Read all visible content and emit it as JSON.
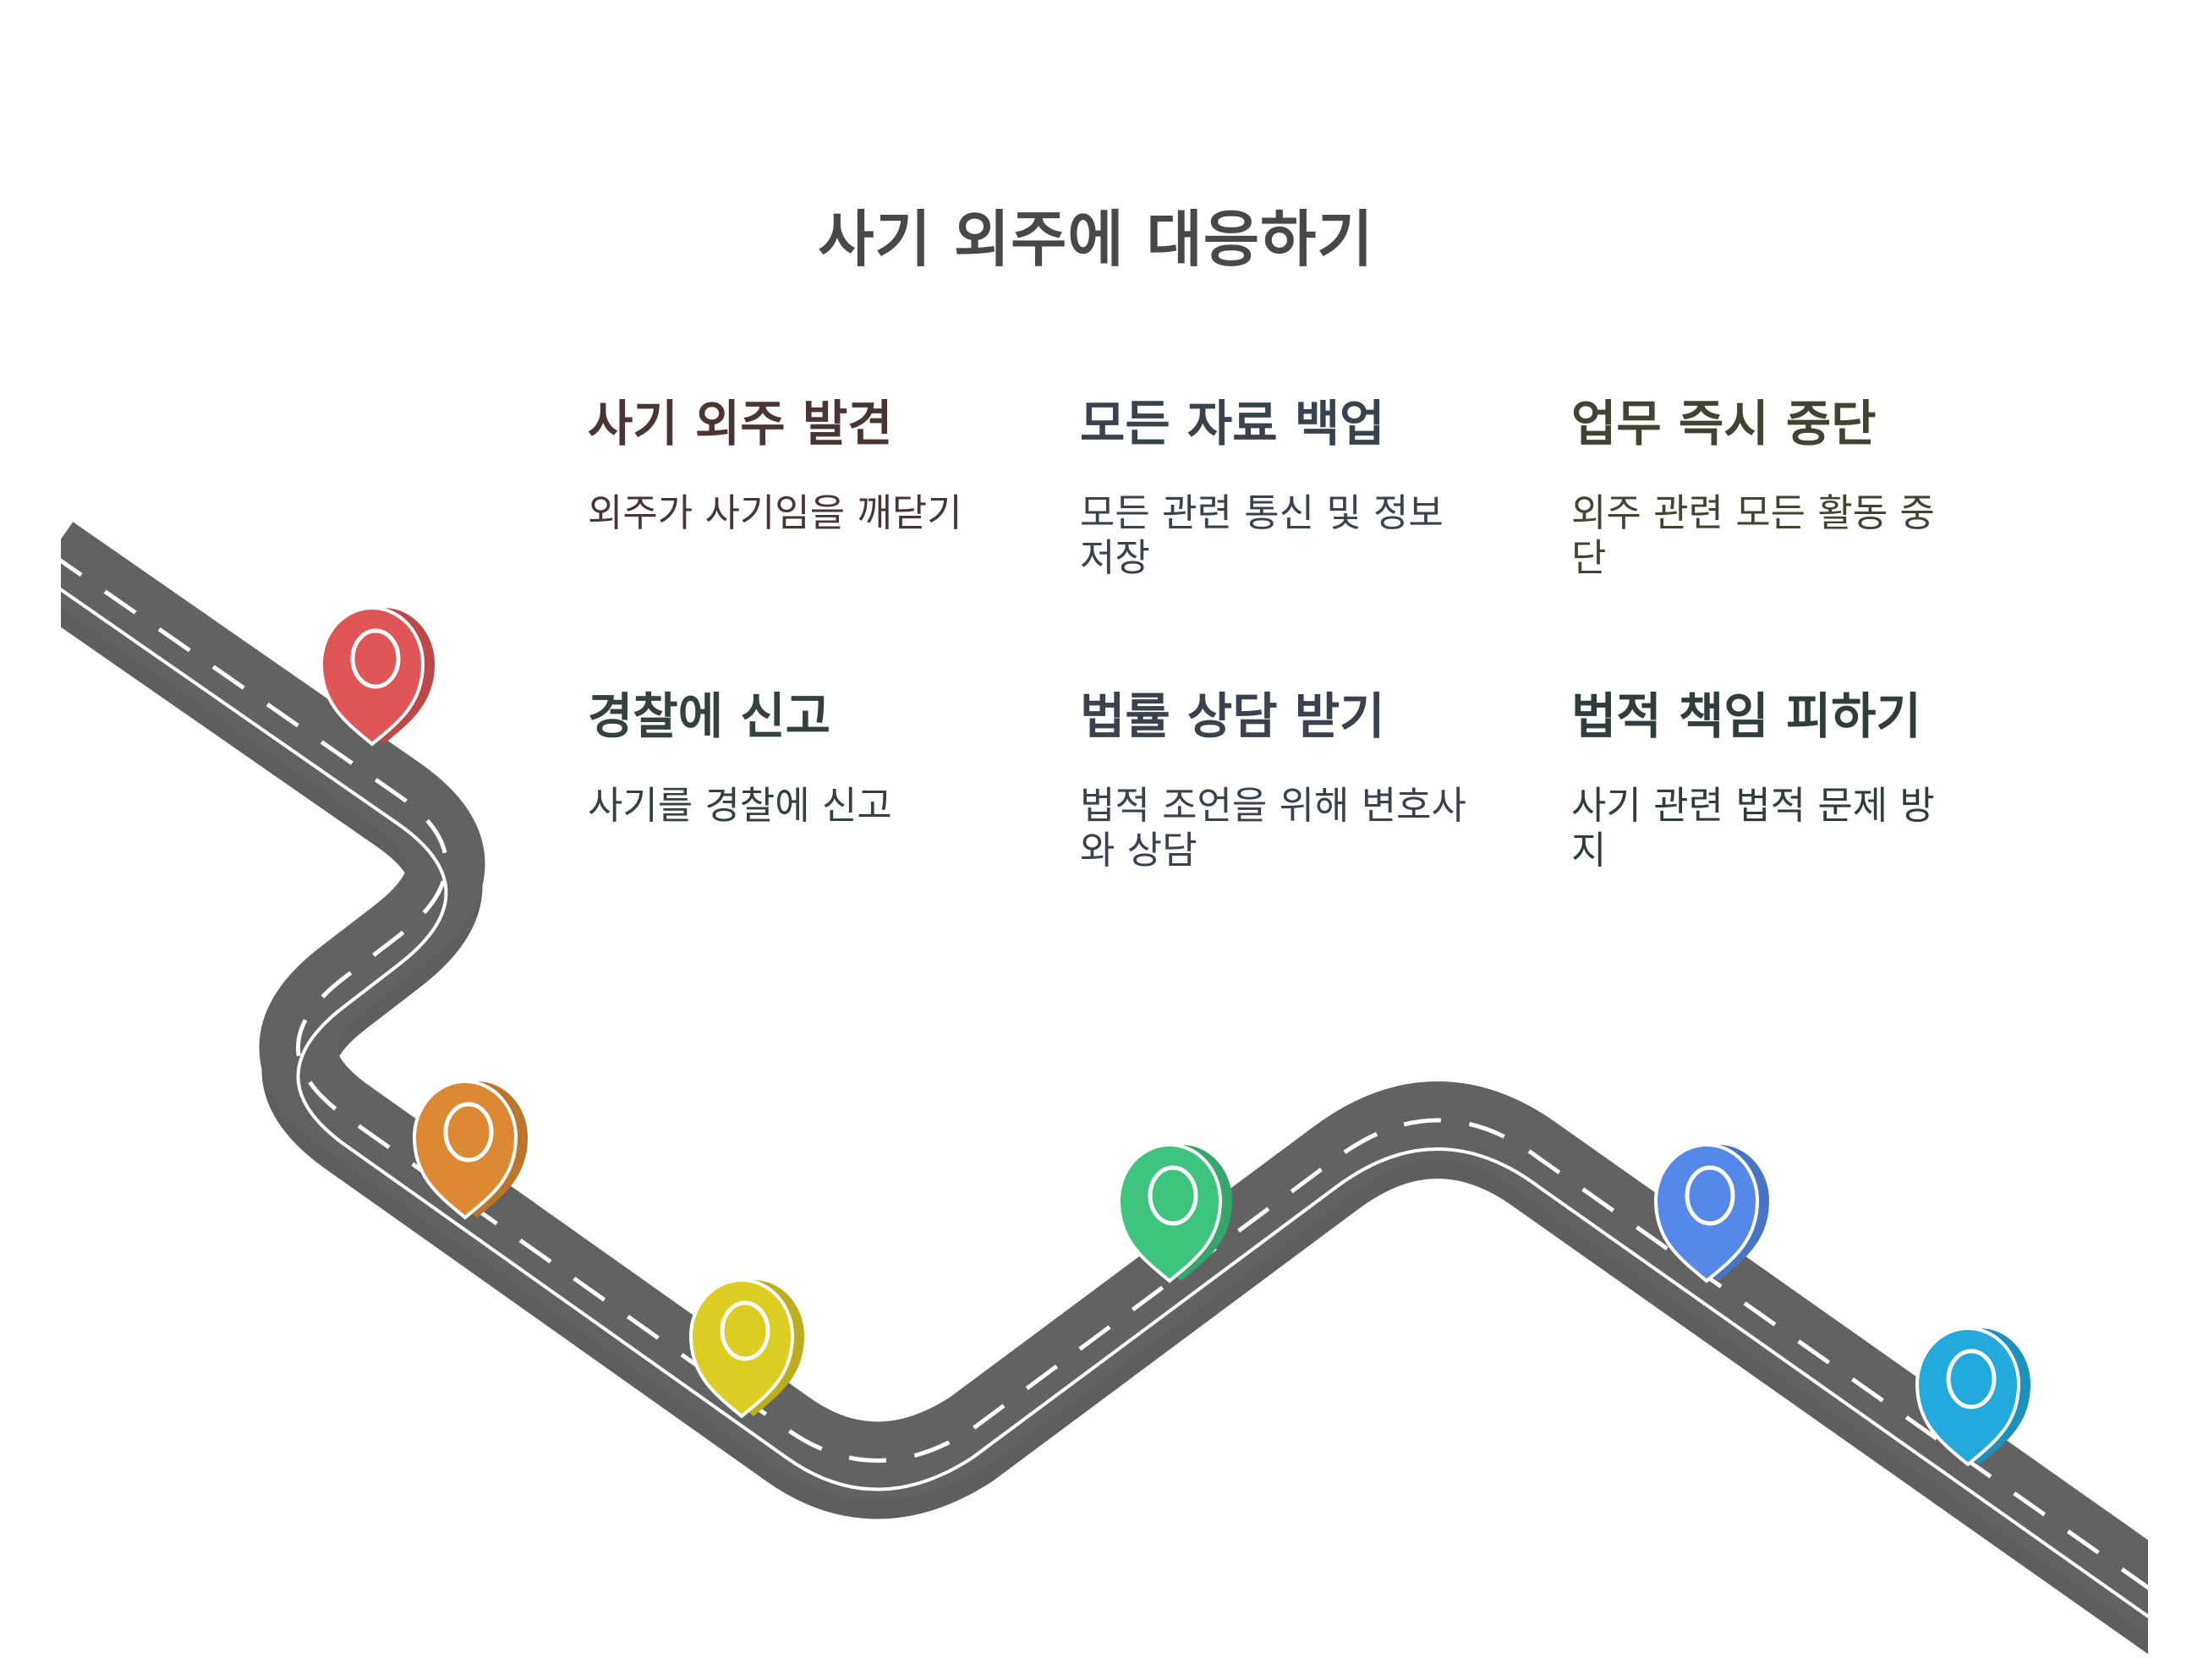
{
  "title": "사기 외주에 대응하기",
  "steps": [
    {
      "heading": "사기 외주 발견",
      "description": "외주가 사기임을 깨닫기",
      "color": "#e05555"
    },
    {
      "heading": "경찰에 신고",
      "description": "사기를 경찰에 신고",
      "color": "#dd8833"
    },
    {
      "heading": "모든 자료 백업",
      "description": "모든 관련 통신 및 정보 저장",
      "color": "#ddcc22"
    },
    {
      "heading": "법률 상담 받기",
      "description": "법적 조언을 위해 변호사와 상담",
      "color": "#3ec47e"
    },
    {
      "heading": "업무 즉시 중단",
      "description": "외주 관련 모든 활동 중단",
      "color": "#5588e8"
    },
    {
      "heading": "법적 책임 피하기",
      "description": "사기 관련 법적 문제 방지",
      "color": "#22aadd"
    }
  ],
  "text_colors": {
    "col1": "#4a3434",
    "col2": "#3a4250",
    "col3": "#434331",
    "col_row2_1": "#34423e",
    "col_row2_3": "#2f3d3d"
  }
}
